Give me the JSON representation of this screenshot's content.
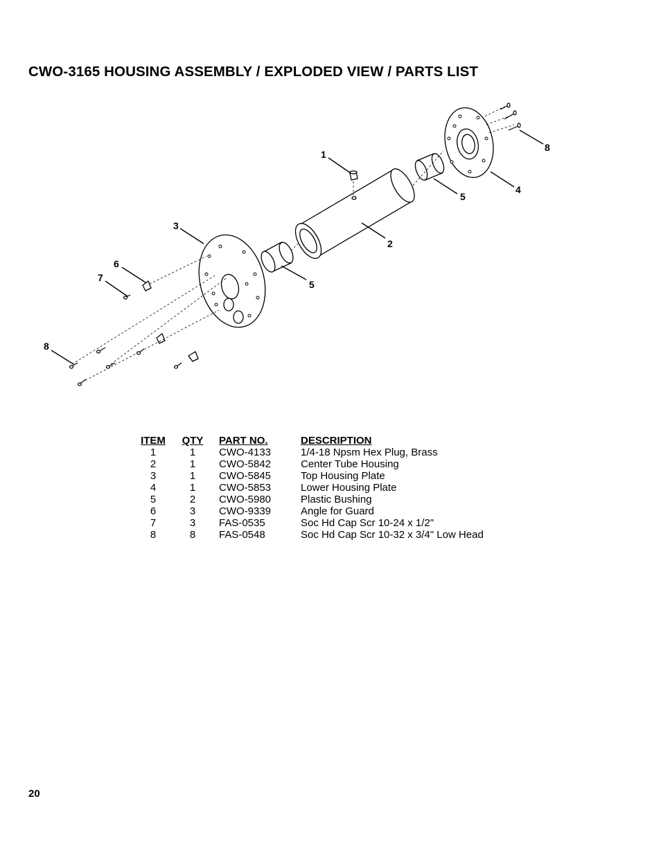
{
  "title": "CWO-3165 HOUSING ASSEMBLY / EXPLODED VIEW / PARTS LIST",
  "diagram": {
    "callouts": [
      "1",
      "2",
      "3",
      "4",
      "5",
      "5",
      "6",
      "7",
      "8",
      "8"
    ]
  },
  "parts_table": {
    "headers": {
      "item": "ITEM",
      "qty": "QTY",
      "part_no": "PART NO.",
      "description": "DESCRIPTION"
    },
    "rows": [
      {
        "item": "1",
        "qty": "1",
        "part_no": "CWO-4133",
        "description": "1/4-18 Npsm Hex Plug, Brass"
      },
      {
        "item": "2",
        "qty": "1",
        "part_no": "CWO-5842",
        "description": "Center Tube Housing"
      },
      {
        "item": "3",
        "qty": "1",
        "part_no": "CWO-5845",
        "description": "Top Housing Plate"
      },
      {
        "item": "4",
        "qty": "1",
        "part_no": "CWO-5853",
        "description": "Lower Housing Plate"
      },
      {
        "item": "5",
        "qty": "2",
        "part_no": "CWO-5980",
        "description": "Plastic Bushing"
      },
      {
        "item": "6",
        "qty": "3",
        "part_no": "CWO-9339",
        "description": "Angle for Guard"
      },
      {
        "item": "7",
        "qty": "3",
        "part_no": "FAS-0535",
        "description": "Soc Hd Cap Scr 10-24 x 1/2\""
      },
      {
        "item": "8",
        "qty": "8",
        "part_no": "FAS-0548",
        "description": "Soc Hd Cap Scr 10-32 x 3/4\" Low Head"
      }
    ]
  },
  "page_number": "20"
}
